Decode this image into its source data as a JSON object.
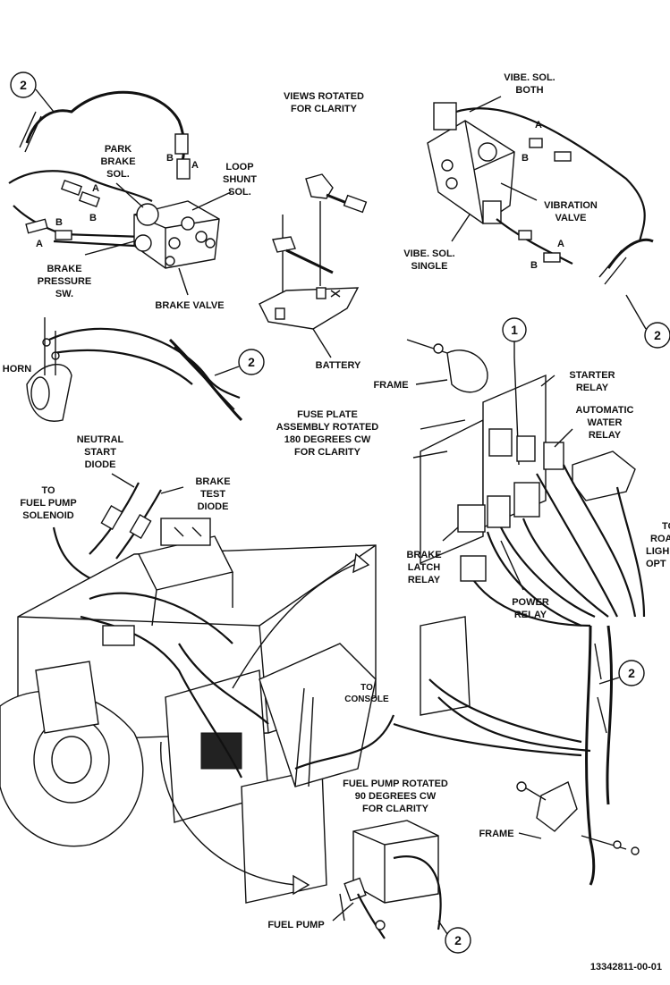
{
  "labels": {
    "views_rotated": [
      "VIEWS ROTATED",
      "FOR CLARITY"
    ],
    "park_brake_sol": [
      "PARK",
      "BRAKE",
      "SOL."
    ],
    "loop_shunt_sol": [
      "LOOP",
      "SHUNT",
      "SOL."
    ],
    "brake_pressure_sw": [
      "BRAKE",
      "PRESSURE",
      "SW."
    ],
    "brake_valve": "BRAKE VALVE",
    "vibe_sol_both": [
      "VIBE. SOL.",
      "BOTH"
    ],
    "vibration_valve": [
      "VIBRATION",
      "VALVE"
    ],
    "vibe_sol_single": [
      "VIBE. SOL.",
      "SINGLE"
    ],
    "battery": "BATTERY",
    "horn": "HORN",
    "frame_top": "FRAME",
    "starter_relay": [
      "STARTER",
      "RELAY"
    ],
    "automatic_water_relay": [
      "AUTOMATIC",
      "WATER",
      "RELAY"
    ],
    "fuse_plate": [
      "FUSE PLATE",
      "ASSEMBLY ROTATED",
      "180 DEGREES CW",
      "FOR CLARITY"
    ],
    "neutral_start_diode": [
      "NEUTRAL",
      "START",
      "DIODE"
    ],
    "brake_test_diode": [
      "BRAKE",
      "TEST",
      "DIODE"
    ],
    "to_fuel_pump_solenoid": [
      "TO",
      "FUEL PUMP",
      "SOLENOID"
    ],
    "to_road_light_opt": [
      "TO",
      "ROA",
      "LIGH",
      "OPT"
    ],
    "brake_latch_relay": [
      "BRAKE",
      "LATCH",
      "RELAY"
    ],
    "power_relay": [
      "POWER",
      "RELAY"
    ],
    "to_console": [
      "TO",
      "CONSOLE"
    ],
    "fuel_pump_rotated": [
      "FUEL PUMP ROTATED",
      "90 DEGREES CW",
      "FOR CLARITY"
    ],
    "frame_bottom": "FRAME",
    "fuel_pump": "FUEL PUMP",
    "connector_a": "A",
    "connector_b": "B",
    "callout_1": "1",
    "callout_2": "2",
    "part_number": "13342811-00-01"
  }
}
